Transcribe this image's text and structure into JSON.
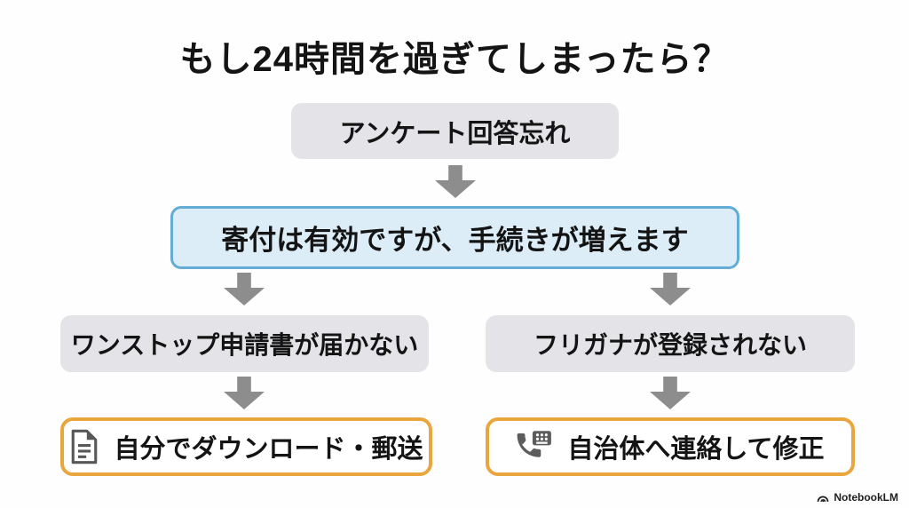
{
  "title": "もし24時間を過ぎてしまったら？",
  "flow": {
    "start": "アンケート回答忘れ",
    "main_note": "寄付は有効ですが、手続きが増えます",
    "left_problem": "ワンストップ申請書が届かない",
    "right_problem": "フリガナが登録されない",
    "left_solution": "自分でダウンロード・郵送",
    "right_solution": "自治体へ連絡して修正"
  },
  "icons": {
    "left_solution_icon": "document-icon",
    "right_solution_icon": "phone-icon"
  },
  "watermark": "NotebookLM",
  "colors": {
    "background": "#fefefe",
    "node_gray_fill": "#e4e4e8",
    "highlight_fill": "#dcedf8",
    "highlight_border": "#63acd5",
    "action_border": "#e9a63e",
    "arrow_gray": "#8d8d8d",
    "text": "#141414"
  }
}
